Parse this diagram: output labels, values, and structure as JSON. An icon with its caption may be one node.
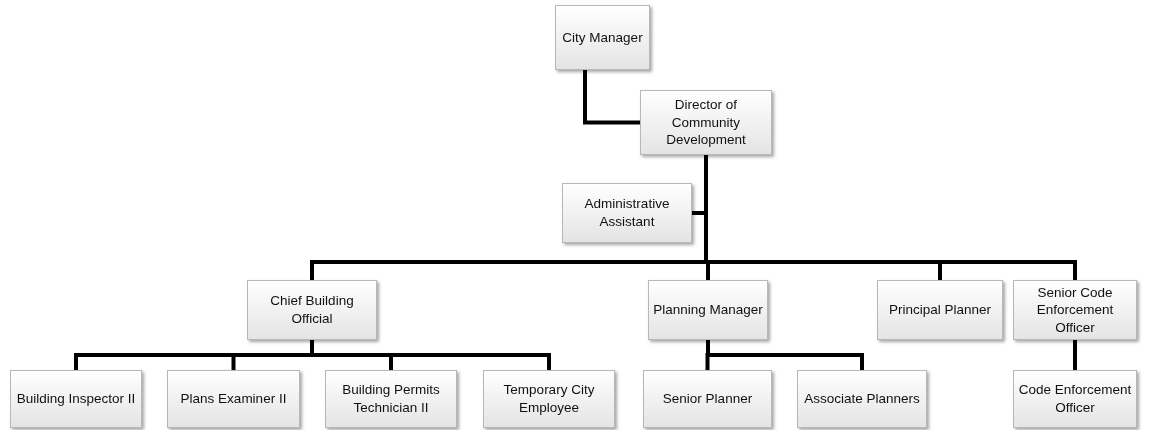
{
  "diagram": {
    "nodes": [
      {
        "text": [
          "City Manager"
        ]
      },
      {
        "text": [
          "Director of Community Development"
        ]
      },
      {
        "text": [
          "Administrative Assistant"
        ]
      },
      {
        "text": [
          "Chief Building Official"
        ]
      },
      {
        "text": [
          "Planning Manager"
        ]
      },
      {
        "text": [
          "Principal Planner"
        ]
      },
      {
        "text": [
          "Senior Code Enforcement Officer"
        ]
      },
      {
        "text": [
          "Building Inspector II"
        ]
      },
      {
        "text": [
          "Plans Examiner II"
        ]
      },
      {
        "text": [
          "Building Permits Technician II"
        ]
      },
      {
        "text": [
          "Temporary City Employee"
        ]
      },
      {
        "text": [
          "Senior Planner"
        ]
      },
      {
        "text": [
          "Associate Planners"
        ]
      },
      {
        "text": [
          "Code Enforcement Officer"
        ]
      }
    ],
    "edges": [
      {
        "from": 0,
        "to": 1,
        "arrow": "none"
      },
      {
        "from": 1,
        "to": 2,
        "arrow": "none"
      },
      {
        "from": 1,
        "to": 3,
        "arrow": "none"
      },
      {
        "from": 1,
        "to": 4,
        "arrow": "none"
      },
      {
        "from": 1,
        "to": 5,
        "arrow": "none"
      },
      {
        "from": 1,
        "to": 6,
        "arrow": "none"
      },
      {
        "from": 3,
        "to": 7,
        "arrow": "none"
      },
      {
        "from": 3,
        "to": 8,
        "arrow": "none"
      },
      {
        "from": 3,
        "to": 9,
        "arrow": "none"
      },
      {
        "from": 3,
        "to": 10,
        "arrow": "none"
      },
      {
        "from": 4,
        "to": 11,
        "arrow": "none"
      },
      {
        "from": 4,
        "to": 12,
        "arrow": "none"
      },
      {
        "from": 6,
        "to": 13,
        "arrow": "none"
      }
    ]
  }
}
